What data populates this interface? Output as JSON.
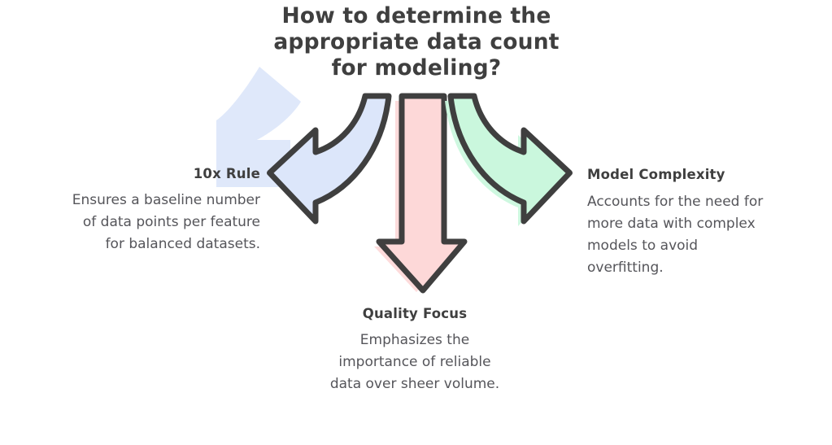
{
  "title": "How to determine the\nappropriate data count\nfor modeling?",
  "colors": {
    "background": "#ffffff",
    "stroke": "#3f3f3f",
    "title_text": "#3f3f3f",
    "heading_text": "#3f3f3f",
    "body_text": "#55555a",
    "arrow_left_fill": "#dce6fa",
    "arrow_center_fill": "#fdd8d8",
    "arrow_right_fill": "#caf7dd"
  },
  "branches": {
    "left": {
      "heading": "10x Rule",
      "body": "Ensures a baseline number\nof data points per feature\nfor balanced datasets.",
      "arrow_name": "curved-arrow-left",
      "arrow_direction": "left",
      "arrow_color": "#dce6fa"
    },
    "bottom": {
      "heading": "Quality Focus",
      "body": "Emphasizes the\nimportance of reliable\ndata over sheer volume.",
      "arrow_name": "straight-arrow-down",
      "arrow_direction": "down",
      "arrow_color": "#fdd8d8"
    },
    "right": {
      "heading": "Model Complexity",
      "body": "Accounts for the need for\nmore data with complex\nmodels to avoid\noverfitting.",
      "arrow_name": "curved-arrow-right",
      "arrow_direction": "right",
      "arrow_color": "#caf7dd"
    }
  }
}
